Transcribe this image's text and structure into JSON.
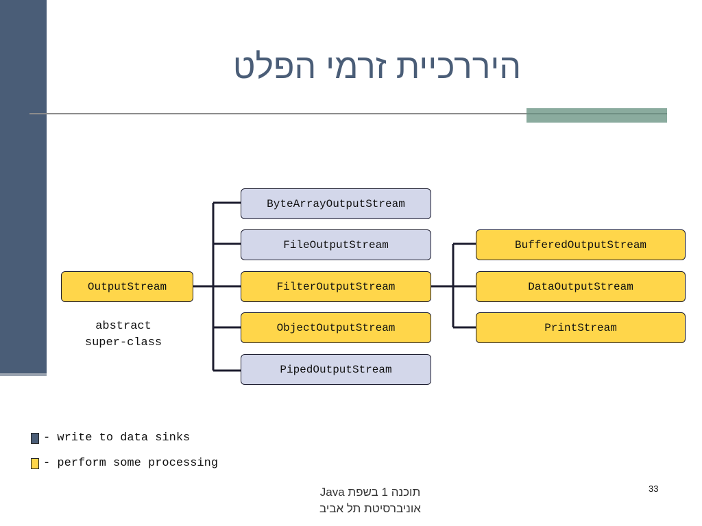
{
  "slide": {
    "title": "היררכיית זרמי הפלט",
    "footer_line1": "תוכנה 1 בשפת  Java",
    "footer_line2": "אוניברסיטת תל אביב",
    "page_number": "33"
  },
  "diagram": {
    "root": {
      "label": "OutputStream",
      "kind": "processing"
    },
    "root_note": [
      "abstract",
      "super-class"
    ],
    "children": [
      {
        "label": "ByteArrayOutputStream",
        "kind": "sink"
      },
      {
        "label": "FileOutputStream",
        "kind": "sink"
      },
      {
        "label": "FilterOutputStream",
        "kind": "processing"
      },
      {
        "label": "ObjectOutputStream",
        "kind": "processing"
      },
      {
        "label": "PipedOutputStream",
        "kind": "sink"
      }
    ],
    "filter_children": [
      {
        "label": "BufferedOutputStream",
        "kind": "processing"
      },
      {
        "label": "DataOutputStream",
        "kind": "processing"
      },
      {
        "label": "PrintStream",
        "kind": "processing"
      }
    ]
  },
  "legend": {
    "sink_text": "- write to data sinks",
    "processing_text": "- perform some processing"
  },
  "colors": {
    "sink_legend": "#4a5d77",
    "sink_box": "#d3d7ea",
    "processing": "#ffd64a",
    "title": "#4a5d77",
    "accent": "#8aab9e"
  }
}
